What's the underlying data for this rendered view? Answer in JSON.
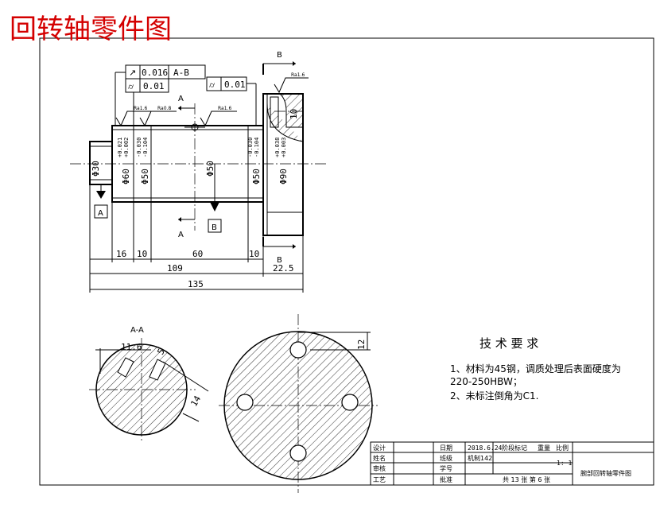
{
  "title": "回转轴零件图",
  "colors": {
    "title": "#d40000",
    "line": "#000000"
  },
  "drawing": {
    "tolerance_frames": {
      "runout": {
        "symbol": "↗",
        "value": "0.016",
        "datum": "A-B"
      },
      "cyl_left": {
        "symbol": "⌭",
        "value": "0.01"
      },
      "cyl_right": {
        "symbol": "⌭",
        "value": "0.01"
      }
    },
    "roughness": [
      "Ra1.6",
      "Ra0.8",
      "Ra1.6",
      "Ra1.6"
    ],
    "section_marks": {
      "a_top": "A",
      "a_bottom": "A",
      "b_top": "B",
      "b_bottom": "B"
    },
    "datum_labels": {
      "a": "A",
      "b": "B"
    },
    "diameters": {
      "d30": "Φ30",
      "d60": "Φ60",
      "d60_tol_upper": "+0.021",
      "d60_tol_lower": "+0.002",
      "d50_left": "Φ50",
      "d50_left_tol_upper": "-0.030",
      "d50_left_tol_lower": "-0.104",
      "d50_mid": "Φ50",
      "d50_right": "Φ50",
      "d50_right_tol_upper": "-0.030",
      "d50_right_tol_lower": "-0.104",
      "d90": "Φ90",
      "d90_tol_upper": "+0.038",
      "d90_tol_lower": "+0.003"
    },
    "slot_dim": "10",
    "lengths": {
      "l16": "16",
      "l10a": "10",
      "l60": "60",
      "l10b": "10",
      "l22_5": "22.5",
      "l109": "109",
      "l135": "135"
    },
    "section_aa": {
      "label": "A-A",
      "d11_6": "11.6",
      "d5": "5",
      "d14": "14"
    },
    "side_view": {
      "d12": "12"
    },
    "tech_req": {
      "heading": "技 术 要 求",
      "line1": "1、材料为45钢，调质处理后表面硬度为",
      "line2": "220-250HBW；",
      "line3": "2、未标注倒角为C1."
    },
    "title_block": {
      "designer_label": "设计",
      "date_label": "日期",
      "date_value": "2018.6.24",
      "stage_mark": "阶段标记",
      "weight": "重量",
      "scale": "比例",
      "name_label": "姓名",
      "class_label": "班级",
      "class_value": "机制142",
      "scale_value": "1: 1",
      "reviewer_label": "审核",
      "student_id_label": "学号",
      "craft_label": "工艺",
      "approve_label": "批准",
      "sheets": "共 13 张 第 6 张",
      "drawing_name": "腕部回转轴零件图"
    }
  }
}
